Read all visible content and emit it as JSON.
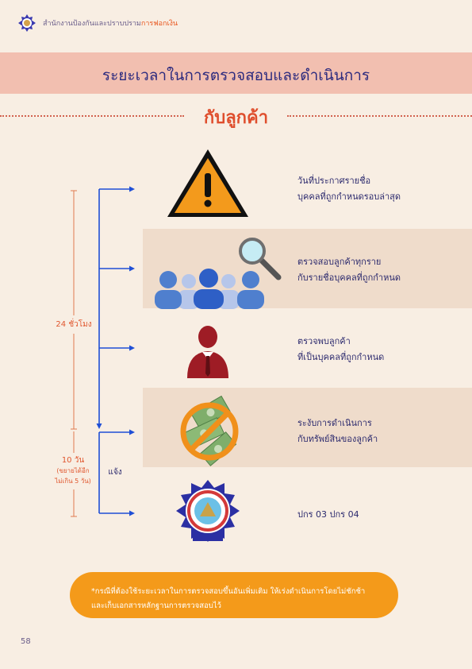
{
  "header": {
    "org_name": "สำนักงานป้องกันและปราบปราม",
    "org_accent": "การฟอกเงิน"
  },
  "title": "ระยะเวลาในการตรวจสอบและดำเนินการ",
  "subtitle": "กับลูกค้า",
  "timeline": {
    "label_24h": "24 ชั่วโมง",
    "label_10d": "10 วัน",
    "label_10d_sub1": "(ขยายได้อีก",
    "label_10d_sub2": "ไม่เกิน 5 วัน)",
    "label_report": "แจ้ง"
  },
  "items": [
    {
      "line1": "วันที่ประกาศรายชื่อ",
      "line2": "บุคคลที่ถูกกำหนดรอบล่าสุด",
      "icon": "warning-icon"
    },
    {
      "line1": "ตรวจสอบลูกค้าทุกราย",
      "line2": "กับรายชื่อบุคคลที่ถูกกำหนด",
      "icon": "people-search-icon"
    },
    {
      "line1": "ตรวจพบลูกค้า",
      "line2": "ที่เป็นบุคคลที่ถูกกำหนด",
      "icon": "person-icon"
    },
    {
      "line1": "ระงับการดำเนินการ",
      "line2": "กับทรัพย์สินของลูกค้า",
      "icon": "no-money-icon"
    },
    {
      "line1": "ปกร 03 ปกร 04",
      "line2": "",
      "icon": "amlo-emblem-icon"
    }
  ],
  "note": {
    "line1": "*กรณีที่ต้องใช้ระยะเวลาในการตรวจสอบขึ้นอันเพิ่มเติม ให้เร่งดำเนินการโดยไม่ชักช้า",
    "line2": "และเก็บเอกสารหลักฐานการตรวจสอบไว้"
  },
  "page_number": "58",
  "colors": {
    "background": "#f8eee3",
    "title_band": "#f2bfb0",
    "accent_orange": "#f49a1a",
    "accent_red": "#df4e2d",
    "arrow_blue": "#1f4fd6",
    "navy": "#2c2a7e"
  }
}
